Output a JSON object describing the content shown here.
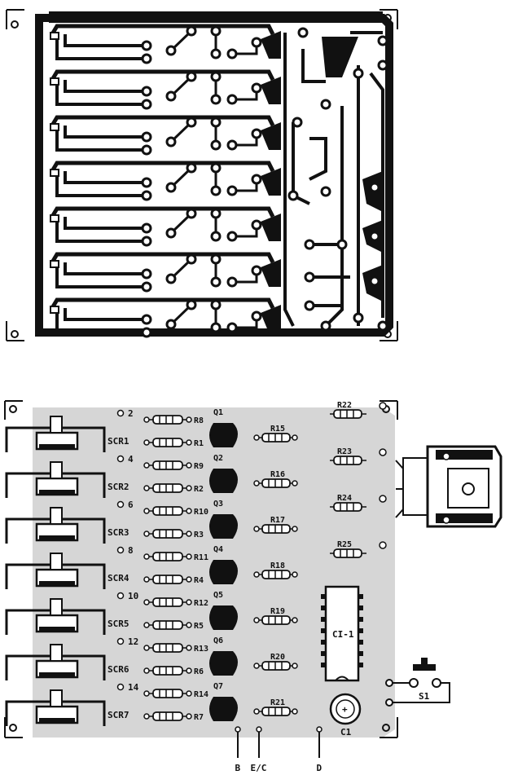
{
  "colors": {
    "ink": "#111111",
    "board_tint": "#cfcfcf",
    "paper": "#ffffff"
  },
  "copper_layout": {
    "description_visible": false
  },
  "component_layout": {
    "scr_labels": [
      "SCR1",
      "SCR2",
      "SCR3",
      "SCR4",
      "SCR5",
      "SCR6",
      "SCR7"
    ],
    "left_resistors": [
      "R8",
      "R1",
      "R9",
      "R2",
      "R10",
      "R3",
      "R11",
      "R4",
      "R12",
      "R5",
      "R13",
      "R6",
      "R14",
      "R7"
    ],
    "transistors": [
      "Q1",
      "Q2",
      "Q3",
      "Q4",
      "Q5",
      "Q6",
      "Q7"
    ],
    "mid_resistors": [
      "R15",
      "R16",
      "R17",
      "R18",
      "R19",
      "R20",
      "R21"
    ],
    "right_resistors": [
      "R22",
      "R23",
      "R24",
      "R25"
    ],
    "terminal_numbers": [
      "2",
      "4",
      "6",
      "8",
      "10",
      "12",
      "14"
    ],
    "ic_label": "CI-1",
    "capacitor_label": "C1",
    "switch_label": "S1",
    "bottom_pins": [
      "B",
      "E/C",
      "D"
    ]
  }
}
